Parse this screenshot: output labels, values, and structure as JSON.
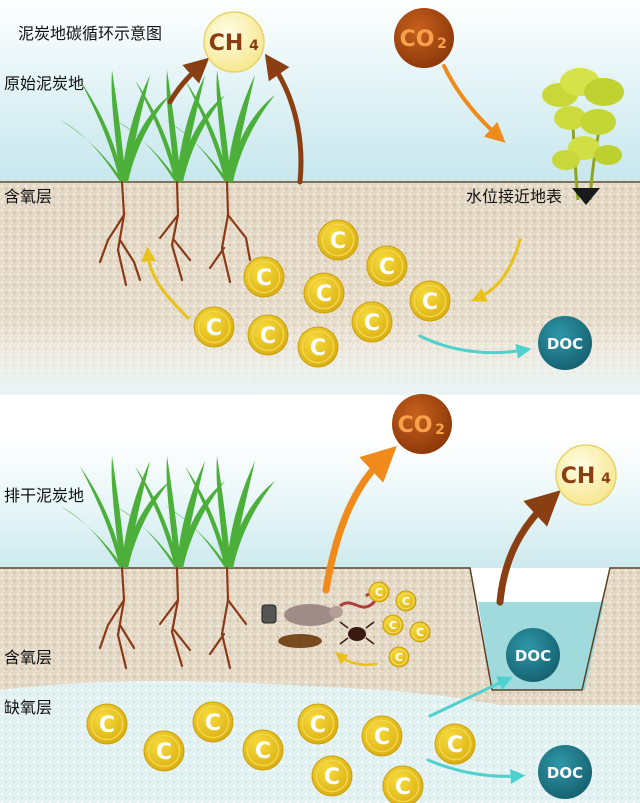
{
  "title": "泥炭地碳循环示意图",
  "top_panel": {
    "label": "原始泥炭地",
    "layer_label": "含氧层",
    "note": "水位接近地表"
  },
  "bottom_panel": {
    "label": "排干泥炭地",
    "oxic_label": "含氧层",
    "anoxic_label": "缺氧层"
  },
  "bubbles": {
    "ch4_main": "CH",
    "ch4_sub": "4",
    "co2_main": "CO",
    "co2_sub": "2",
    "doc": "DOC",
    "carbon": "C"
  },
  "colors": {
    "sky": "#cfeaf0",
    "soil": "#e3d8c4",
    "water": "#86cfd2",
    "ch4_fill": "#fbf0a8",
    "co2_fill": "#a8470e",
    "doc_fill": "#1d7e8e",
    "carbon_fill": "#e6c21a",
    "arrow_brown": "#8a3f12",
    "arrow_orange": "#f08a1a",
    "arrow_yellow": "#e8c21a",
    "arrow_teal": "#4fd1cf"
  }
}
